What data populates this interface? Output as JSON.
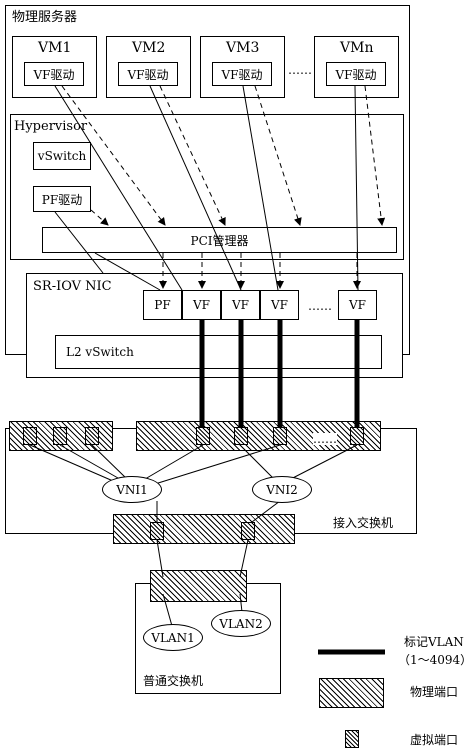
{
  "physical_server": {
    "label": "物理服务器"
  },
  "vms": [
    {
      "name": "VM1",
      "driver": "VF驱动"
    },
    {
      "name": "VM2",
      "driver": "VF驱动"
    },
    {
      "name": "VM3",
      "driver": "VF驱动"
    },
    {
      "name": "VMn",
      "driver": "VF驱动"
    }
  ],
  "vm_ellipsis": "……",
  "hypervisor": {
    "label": "Hypervisor",
    "vswitch": "vSwitch",
    "pf_driver": "PF驱动",
    "pci_manager": "PCI管理器"
  },
  "nic": {
    "label": "SR-IOV NIC",
    "ports": [
      "PF",
      "VF",
      "VF",
      "VF",
      "VF"
    ],
    "ellipsis": "……",
    "l2_vswitch": "L2  vSwitch"
  },
  "access_switch": {
    "label": "接入交换机",
    "ellipsis": "……",
    "vni": [
      "VNI1",
      "VNI2"
    ]
  },
  "normal_switch": {
    "label": "普通交换机",
    "vlans": [
      "VLAN1",
      "VLAN2"
    ]
  },
  "legend": {
    "tagged_vlan": "标记VLAN",
    "tagged_vlan_range": "（1～4094）",
    "physical_port": "物理端口",
    "virtual_port": "虚拟端口"
  }
}
